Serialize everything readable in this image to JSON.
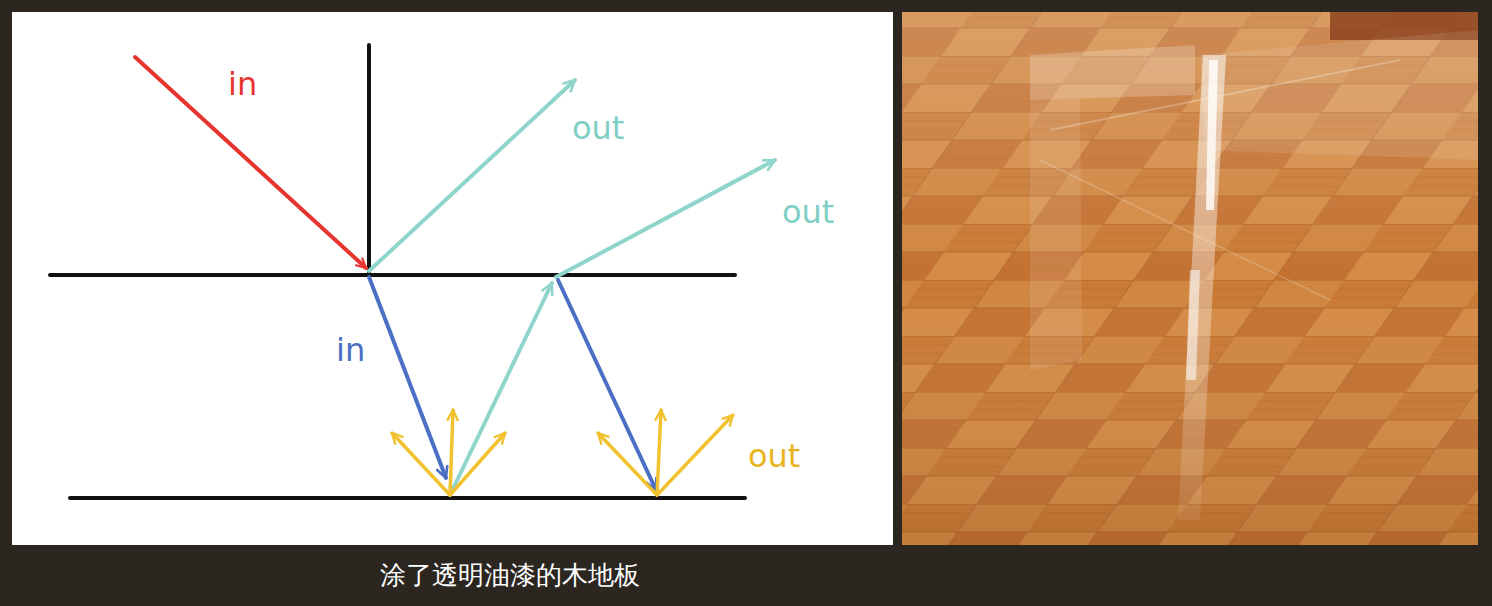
{
  "diagram": {
    "caption": "涂了透明油漆的木地板",
    "labels": [
      "in",
      "out",
      "out",
      "in",
      "out"
    ]
  }
}
